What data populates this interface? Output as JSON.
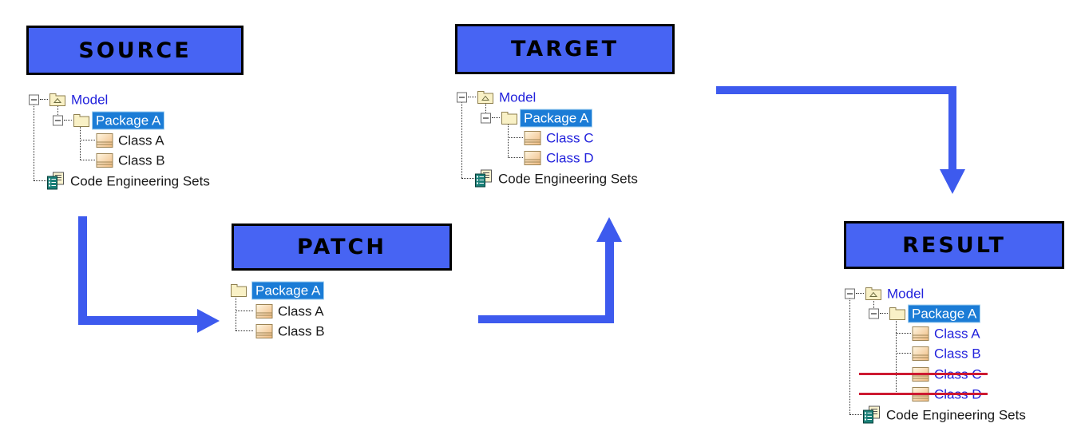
{
  "colors": {
    "box_fill": "#4764F3",
    "box_border": "#000000",
    "box_text": "#000000",
    "arrow_blue": "#3D5AEE",
    "link_blue": "#2222DC",
    "text_black": "#1A1A1A",
    "selection_bg": "#1B7CD6",
    "selection_border": "#A6D2F0",
    "selection_text": "#FFFFFF",
    "strike_red": "#CD1A31",
    "folder_fill": "#F9F1C6",
    "folder_border": "#8E7F4E",
    "class_fill_light": "#FFF7E3",
    "class_fill_dark": "#EFBA80",
    "class_border": "#9C8455",
    "ces_teal": "#1B8078"
  },
  "panels": {
    "source": {
      "title": "SOURCE",
      "tree": {
        "root": "Model",
        "package": "Package A",
        "classes": [
          "Class A",
          "Class B"
        ],
        "footer": "Code Engineering Sets"
      }
    },
    "target": {
      "title": "TARGET",
      "tree": {
        "root": "Model",
        "package": "Package A",
        "classes": [
          "Class C",
          "Class D"
        ],
        "footer": "Code Engineering Sets"
      }
    },
    "patch": {
      "title": "PATCH",
      "tree": {
        "package": "Package A",
        "classes": [
          "Class A",
          "Class B"
        ]
      }
    },
    "result": {
      "title": "RESULT",
      "tree": {
        "root": "Model",
        "package": "Package A",
        "classes": [
          "Class A",
          "Class B",
          "Class C",
          "Class D"
        ],
        "struck": [
          "Class C",
          "Class D"
        ],
        "footer": "Code Engineering Sets"
      }
    }
  }
}
